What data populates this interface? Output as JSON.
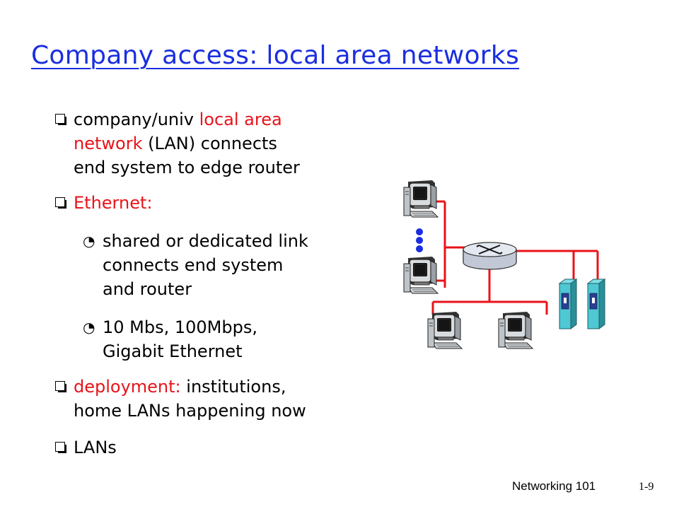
{
  "title": "Company access: local area networks",
  "bullets": {
    "b1_l1_a": "company/univ ",
    "b1_l1_b": "local area",
    "b1_l2_a": "network",
    "b1_l2_b": " (LAN) connects",
    "b1_l3": "end system to edge router",
    "b2": "Ethernet:",
    "b2_s1_l1": "shared or dedicated link",
    "b2_s1_l2": "connects end system",
    "b2_s1_l3": "and router",
    "b2_s2_l1": "10 Mbs, 100Mbps,",
    "b2_s2_l2": "Gigabit Ethernet",
    "b3_l1_a": "deployment:",
    "b3_l1_b": " institutions,",
    "b3_l2": "home LANs happening now",
    "b4": "LANs"
  },
  "footer": {
    "course": "Networking 101",
    "page": "1-9"
  },
  "colors": {
    "title": "#1a2ee0",
    "highlight": "#e8131a",
    "link": "#e8131a",
    "server": "#3fb8c4"
  },
  "icons": [
    "square-bullet-icon",
    "sub-bullet-icon",
    "computer-icon",
    "router-icon",
    "server-icon"
  ]
}
